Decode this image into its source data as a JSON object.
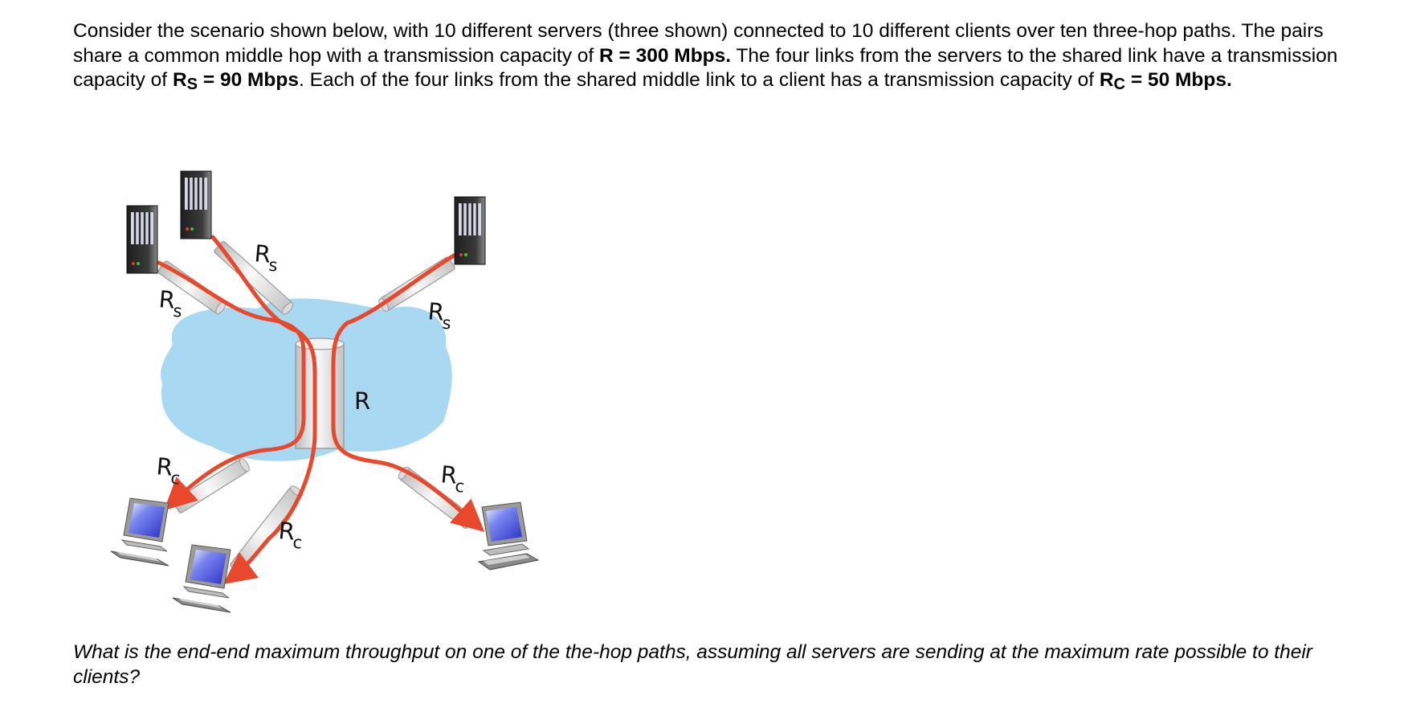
{
  "intro": {
    "t1": "Consider the scenario shown below, with 10 different servers (three shown) connected to 10 different clients over ten three-hop paths. The pairs share a common middle hop with a transmission capacity of ",
    "r_label": "R",
    "r_value": " = 300 Mbps.",
    "t2": " The four links from the servers to the shared link have a transmission capacity of ",
    "rs_main": "R",
    "rs_sub": "S",
    "rs_value": " = 90 Mbps",
    "t3": ". Each of the four links from the shared middle link to a client has a transmission capacity of ",
    "rc_main": "R",
    "rc_sub": "C",
    "rc_value": " = 50 Mbps."
  },
  "diagram": {
    "label_r": "R",
    "label_rs": {
      "main": "R",
      "sub": "s"
    },
    "label_rc": {
      "main": "R",
      "sub": "c"
    },
    "colors": {
      "cloud": "#a9d8f2",
      "path": "#e8492d",
      "pipe": "#ececec",
      "server": "#2c2c2c",
      "screen": "#3d3fd6"
    }
  },
  "question": "What is the end-end maximum throughput on one of the the-hop paths, assuming all servers are sending at the maximum rate possible to their clients?"
}
